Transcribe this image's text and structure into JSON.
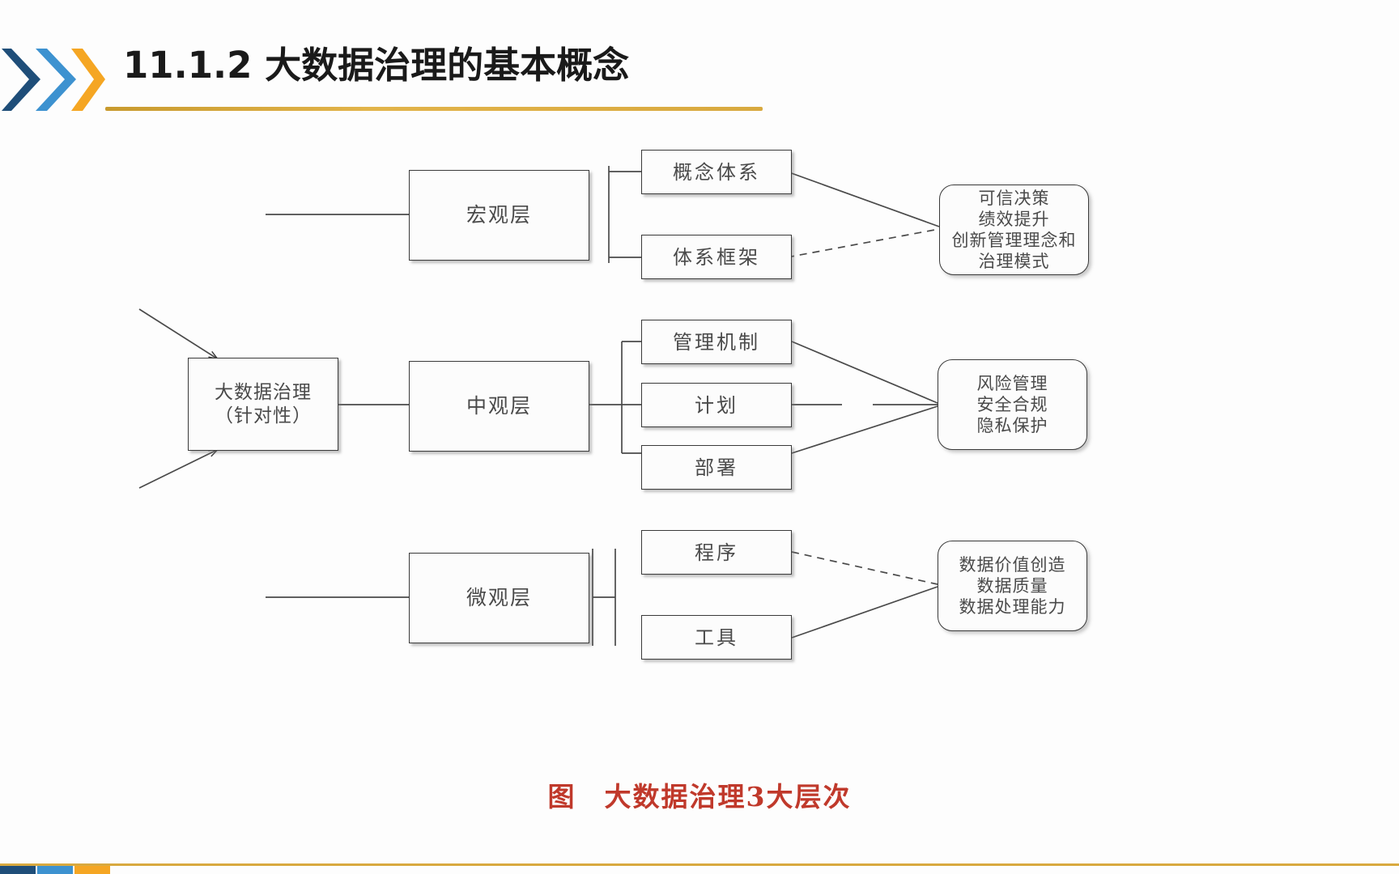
{
  "slide": {
    "title": "11.1.2 大数据治理的基本概念",
    "caption": "图　大数据治理3大层次",
    "colors": {
      "chevron_dark_blue": "#1f4e79",
      "chevron_blue": "#3d92d0",
      "chevron_orange": "#f5a623",
      "title_rule": "#d8a93f",
      "caption_red": "#c0392b",
      "box_border": "#3a3a3a",
      "text_gray": "#4a4a4a"
    }
  },
  "diagram": {
    "core": {
      "label": "大数据治理\n（针对性）"
    },
    "layers": [
      {
        "key": "macro",
        "label": "宏观层"
      },
      {
        "key": "meso",
        "label": "中观层"
      },
      {
        "key": "micro",
        "label": "微观层"
      }
    ],
    "items": {
      "macro": [
        "概念体系",
        "体系框架"
      ],
      "meso": [
        "管理机制",
        "计划",
        "部署"
      ],
      "micro": [
        "程序",
        "工具"
      ]
    },
    "outcomes": [
      {
        "key": "macro_outcome",
        "label": "可信决策\n绩效提升\n创新管理理念和\n治理模式"
      },
      {
        "key": "meso_outcome",
        "label": "风险管理\n安全合规\n隐私保护"
      },
      {
        "key": "micro_outcome",
        "label": "数据价值创造\n数据质量\n数据处理能力"
      }
    ]
  }
}
